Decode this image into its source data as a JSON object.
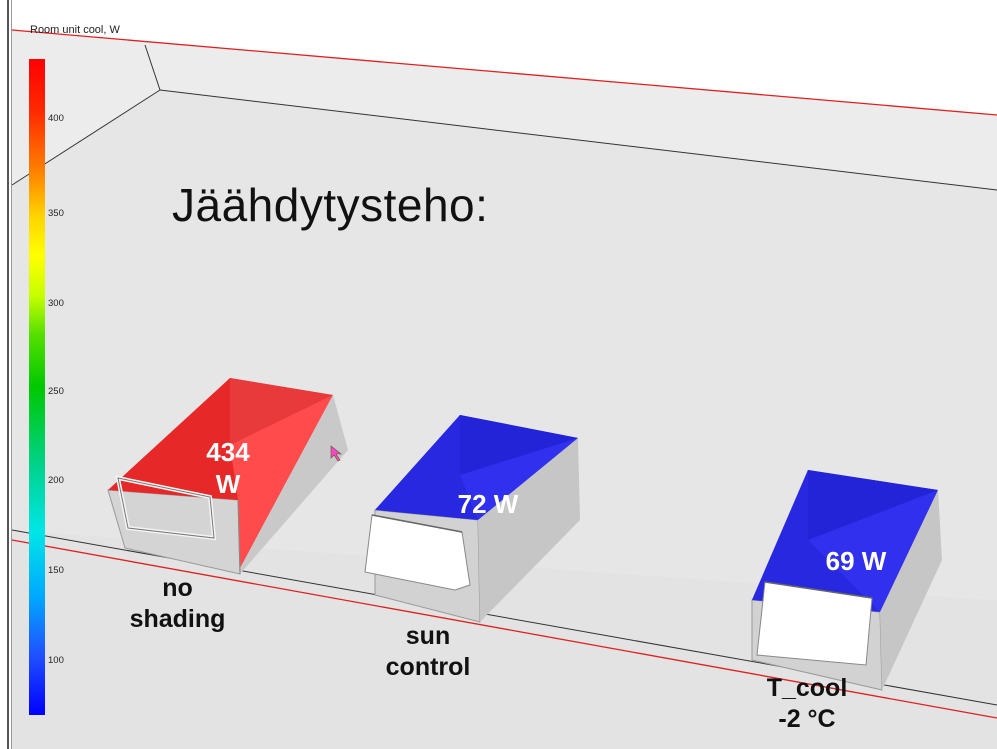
{
  "legend": {
    "title": "Room unit cool, W",
    "ticks": [
      "400",
      "350",
      "300",
      "250",
      "200",
      "150",
      "100"
    ],
    "colors": [
      "#ff0000",
      "#ffff00",
      "#00c800",
      "#00e6e6",
      "#0000ff"
    ]
  },
  "heading": "Jäähdytysteho:",
  "rooms": [
    {
      "value": "434\nW",
      "caption": "no\nshading",
      "color": "#e8282b"
    },
    {
      "value": "72 W",
      "caption": "sun\ncontrol",
      "color": "#2a2ae8"
    },
    {
      "value": "69 W",
      "caption": "T_cool\n-2 °C",
      "color": "#2a2ae8"
    }
  ]
}
